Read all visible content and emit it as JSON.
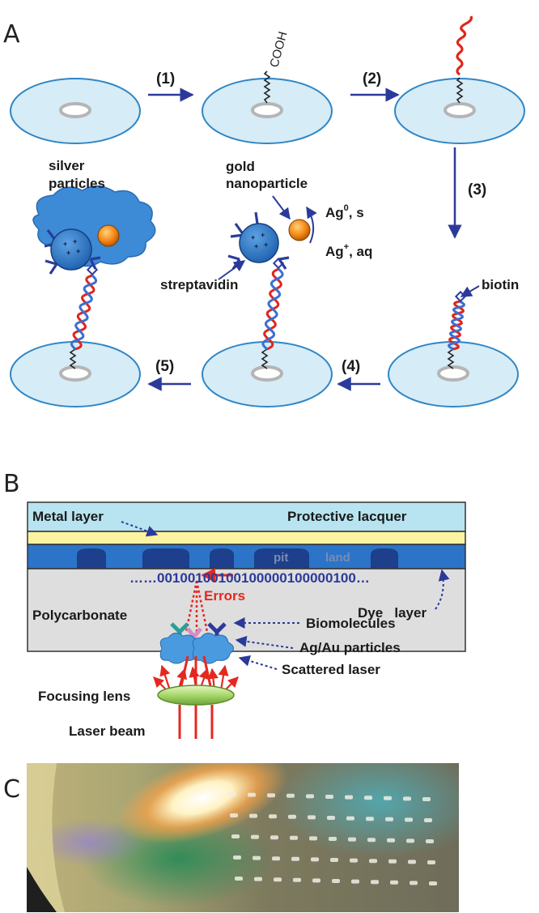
{
  "panel_labels": {
    "a": "A",
    "b": "B",
    "c": "C"
  },
  "panel_a": {
    "steps": [
      "(1)",
      "(2)",
      "(3)",
      "(4)",
      "(5)"
    ],
    "cooh": "COOH",
    "labels": {
      "silver_particles_1": "silver",
      "silver_particles_2": "particles",
      "gold_1": "gold",
      "gold_2": "nanoparticle",
      "ag0": "Ag",
      "ag0_sup": "0",
      "ag0_tail": ", s",
      "agplus": "Ag",
      "agplus_sup": "+",
      "agplus_tail": ", aq",
      "streptavidin": "streptavidin",
      "biotin": "biotin"
    }
  },
  "panel_b": {
    "metal_layer": "Metal layer",
    "protective_lacquer": "Protective lacquer",
    "pit": "pit",
    "land": "land",
    "binary_dots_left": "……",
    "binary": "00100100100100000100000100",
    "binary_dots_right": "…",
    "errors": "Errors",
    "polycarbonate": "Polycarbonate",
    "dye_layer": "Dye   layer",
    "biomolecules": "Biomolecules",
    "agau_particles": "Ag/Au particles",
    "scattered_laser": "Scattered laser",
    "focusing_lens": "Focusing lens",
    "laser_beam": "Laser beam"
  },
  "colors": {
    "disc_fill": "#d6ecf7",
    "disc_stroke": "#2f86c5",
    "arrow": "#2b3a9a",
    "dna_red": "#e0261b",
    "dna_blue": "#3b6fd1",
    "lacquer": "#b7e4f0",
    "metal": "#fbf3a1",
    "dye": "#2b74c7",
    "polycarbonate": "#dedede",
    "gold": "#f58a1a",
    "streptavidin": "#2a76c8",
    "silver_cloud": "#3d8ad6",
    "laser": "#e5281f",
    "lens": "#a8d86a"
  }
}
